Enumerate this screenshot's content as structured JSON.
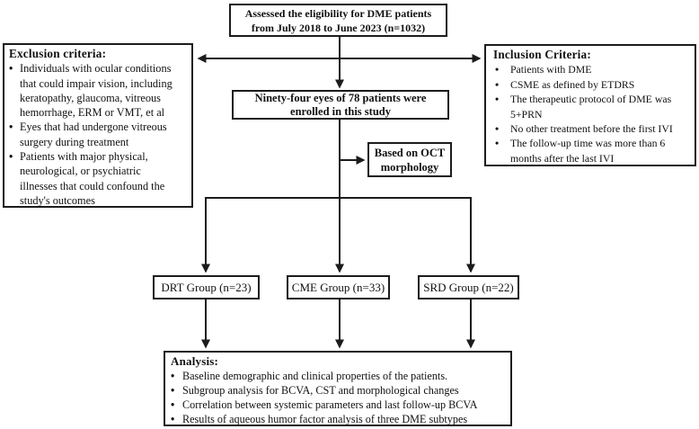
{
  "figure": {
    "background": "#ffffff",
    "line_color": "#1c1c1c",
    "text_color": "#111111",
    "eligibility_box": {
      "text": "Assessed the eligibility for DME patients\nfrom July 2018 to June 2023 (n=1032)"
    },
    "exclusion": {
      "title": "Exclusion criteria:",
      "items": [
        "Individuals with ocular conditions\nthat could impair vision, including\nkeratopathy, glaucoma, vitreous\nhemorrhage, ERM or VMT, et al",
        "Eyes that had undergone vitreous\nsurgery during treatment",
        "Patients with major physical,\nneurological, or psychiatric\nillnesses that could confound the\nstudy's outcomes"
      ]
    },
    "inclusion": {
      "title": "Inclusion Criteria:",
      "items": [
        "Patients with DME",
        "CSME as defined by ETDRS",
        "The therapeutic protocol of DME was\n5+PRN",
        "No other treatment before the first IVI",
        "The follow-up time was more than 6\nmonths after the last IVI"
      ]
    },
    "enrolled_box": {
      "text": "Ninety-four eyes of 78 patients were\nenrolled in this study"
    },
    "oct_box": {
      "text": "Based on OCT\nmorphology"
    },
    "groups": [
      {
        "label": "DRT Group (n=23)"
      },
      {
        "label": "CME Group (n=33)"
      },
      {
        "label": "SRD Group (n=22)"
      }
    ],
    "analysis": {
      "title": "Analysis:",
      "items": [
        "Baseline demographic and clinical properties of the patients.",
        "Subgroup analysis for BCVA, CST and morphological changes",
        "Correlation between systemic parameters and last follow-up BCVA",
        "Results of aqueous humor factor analysis of three DME subtypes"
      ]
    }
  }
}
